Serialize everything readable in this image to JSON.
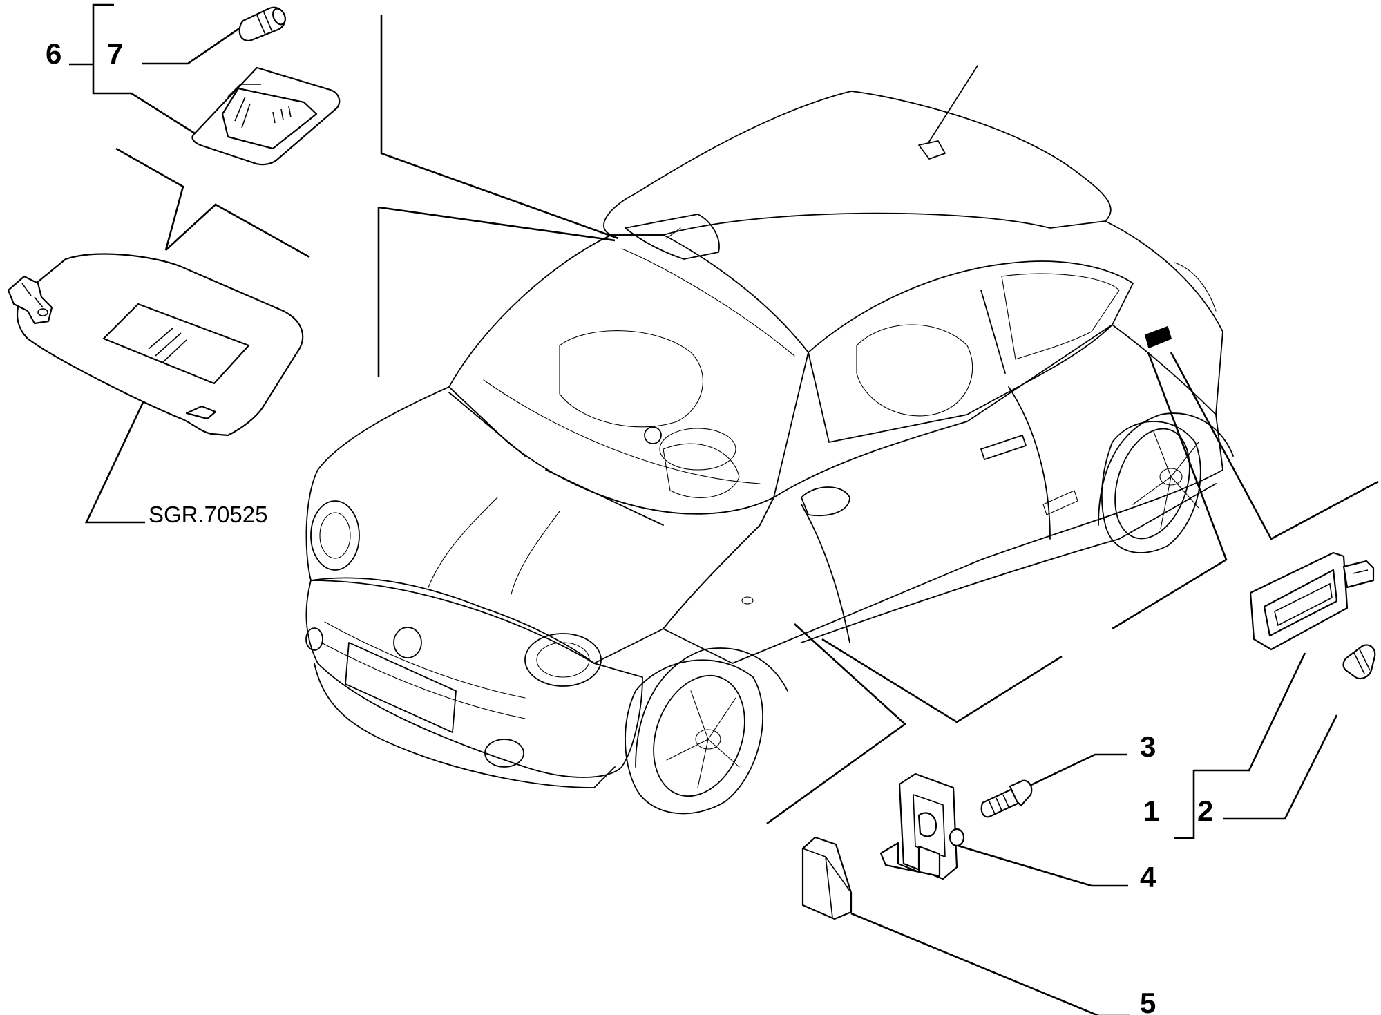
{
  "diagram": {
    "reference_code": "SGR.70525",
    "callouts": [
      {
        "id": "1",
        "label": "1"
      },
      {
        "id": "2",
        "label": "2"
      },
      {
        "id": "3",
        "label": "3"
      },
      {
        "id": "4",
        "label": "4"
      },
      {
        "id": "5",
        "label": "5"
      },
      {
        "id": "6",
        "label": "6"
      },
      {
        "id": "7",
        "label": "7"
      }
    ]
  },
  "colors": {
    "ink": "#000000",
    "paper": "#ffffff"
  }
}
